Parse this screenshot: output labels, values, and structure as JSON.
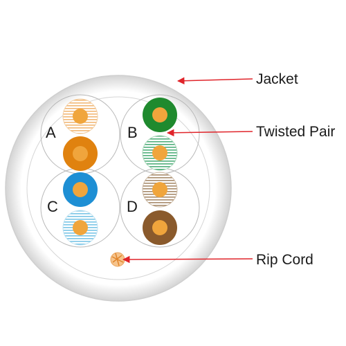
{
  "callouts": {
    "jacket": "Jacket",
    "twisted_pair": "Twisted Pair",
    "rip_cord": "Rip Cord"
  },
  "pairs": [
    {
      "label": "A",
      "solid_color": "#e0820f",
      "stripe_color": "#f2b775"
    },
    {
      "label": "B",
      "solid_color": "#1f8a2e",
      "stripe_color": "#4fae7a"
    },
    {
      "label": "C",
      "solid_color": "#1e8fd4",
      "stripe_color": "#79c5e6"
    },
    {
      "label": "D",
      "solid_color": "#8a5a2c",
      "stripe_color": "#a88b6b"
    }
  ],
  "colors": {
    "jacket": "#e9e9e9",
    "copper": "#f0a53c",
    "arrow": "#e0242a"
  }
}
